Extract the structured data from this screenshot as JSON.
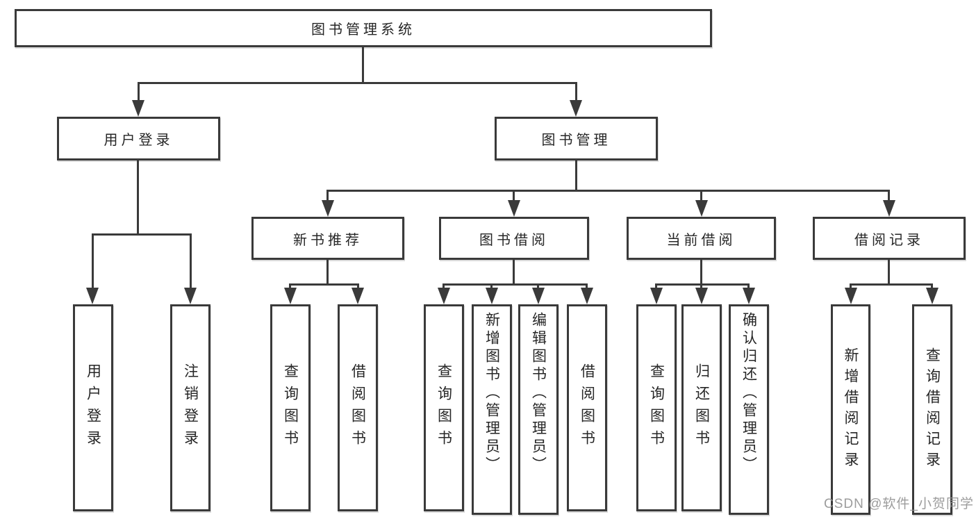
{
  "nodes": {
    "root": {
      "label": "图书管理系统"
    },
    "level2": [
      {
        "label": "用户登录"
      },
      {
        "label": "图书管理"
      }
    ],
    "level3": [
      {
        "label": "新书推荐"
      },
      {
        "label": "图书借阅"
      },
      {
        "label": "当前借阅"
      },
      {
        "label": "借阅记录"
      }
    ],
    "leaves": [
      {
        "label": "用户登录"
      },
      {
        "label": "注销登录"
      },
      {
        "label": "查询图书"
      },
      {
        "label": "借阅图书"
      },
      {
        "label": "查询图书"
      },
      {
        "label": "新增图书（管理员）"
      },
      {
        "label": "编辑图书（管理员）"
      },
      {
        "label": "借阅图书"
      },
      {
        "label": "查询图书"
      },
      {
        "label": "归还图书"
      },
      {
        "label": "确认归还（管理员）"
      },
      {
        "label": "新增借阅记录"
      },
      {
        "label": "查询借阅记录"
      }
    ]
  },
  "watermark": {
    "text": "CSDN @软件_小贺同学"
  },
  "colors": {
    "line": "#3a3a3a",
    "text": "#262626",
    "background": "#ffffff",
    "watermark": "#919191"
  }
}
